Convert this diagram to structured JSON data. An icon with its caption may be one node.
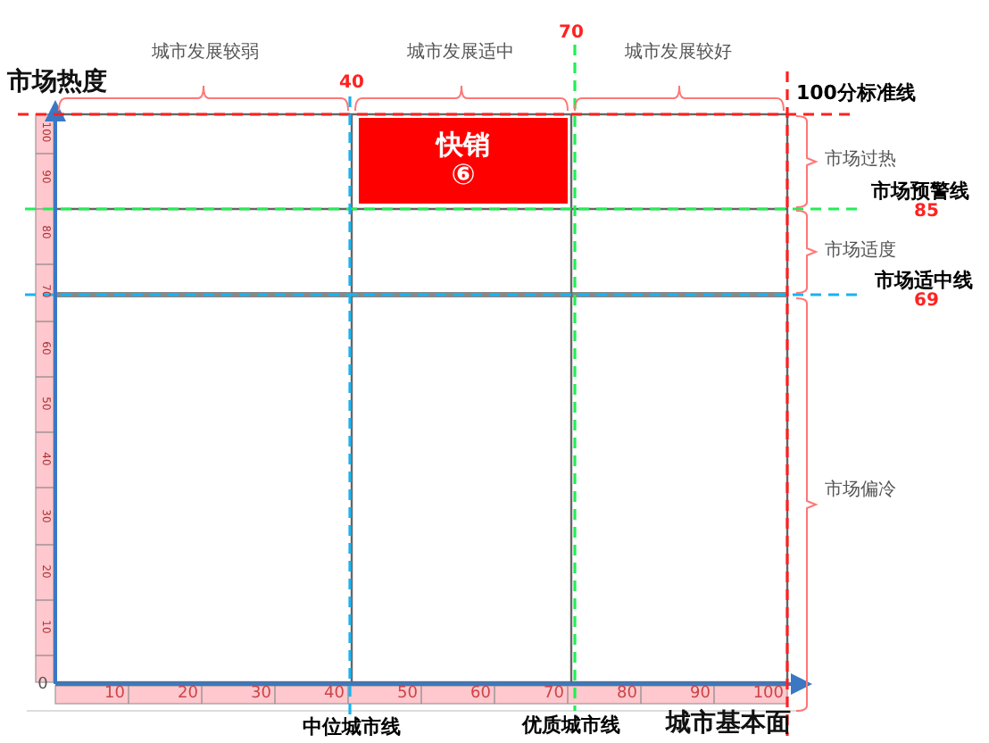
{
  "diagram": {
    "nodes": [
      {
        "text": [
          "快销",
          "⑥"
        ]
      }
    ],
    "labels": [
      "40",
      "城市发展较弱",
      "城市发展适中",
      "70",
      "城市发展较好",
      "市场热度",
      "100分标准线",
      "市场过热",
      "市场预警线",
      "85",
      "市场适度",
      "市场适中线",
      "69",
      "市场偏冷",
      "100",
      "90",
      "80",
      "70",
      "60",
      "50",
      "40",
      "30",
      "20",
      "10",
      "0",
      "10",
      "20",
      "30",
      "40",
      "50",
      "60",
      "70",
      "80",
      "90",
      "100",
      "中位城市线",
      "优质城市线",
      "城市基本面"
    ]
  }
}
